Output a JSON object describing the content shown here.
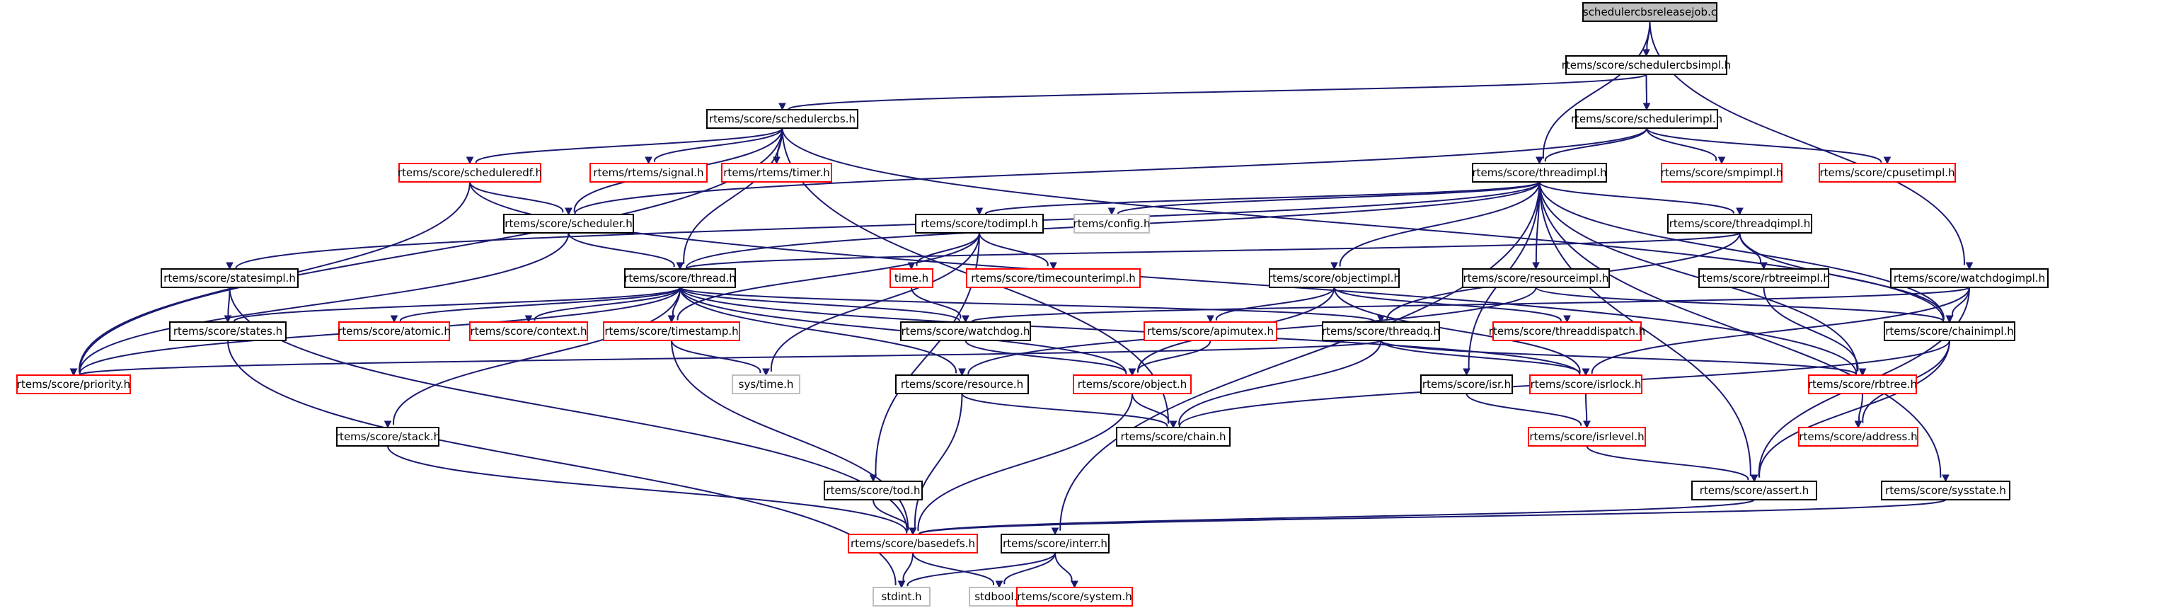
{
  "title": "schedulercbsreleasejob.c",
  "colors": {
    "edge": "#191970",
    "documented_border": "#000000",
    "truncated_border": "#ff0000",
    "external_border": "#bfbfbf",
    "root_fill": "#bfbfbf"
  },
  "nodes": [
    {
      "id": "root",
      "label": "schedulercbsreleasejob.c",
      "kind": "root"
    },
    {
      "id": "schedulercbsimpl",
      "label": "rtems/score/schedulercbsimpl.h",
      "kind": "black"
    },
    {
      "id": "schedulercbs",
      "label": "rtems/score/schedulercbs.h",
      "kind": "black"
    },
    {
      "id": "schedulerimpl",
      "label": "rtems/score/schedulerimpl.h",
      "kind": "black"
    },
    {
      "id": "scheduleredf",
      "label": "rtems/score/scheduleredf.h",
      "kind": "red"
    },
    {
      "id": "signal",
      "label": "rtems/rtems/signal.h",
      "kind": "red"
    },
    {
      "id": "timer",
      "label": "rtems/rtems/timer.h",
      "kind": "red"
    },
    {
      "id": "threadimpl",
      "label": "rtems/score/threadimpl.h",
      "kind": "black"
    },
    {
      "id": "smpimpl",
      "label": "rtems/score/smpimpl.h",
      "kind": "red"
    },
    {
      "id": "cpusetimpl",
      "label": "rtems/score/cpusetimpl.h",
      "kind": "red"
    },
    {
      "id": "scheduler",
      "label": "rtems/score/scheduler.h",
      "kind": "black"
    },
    {
      "id": "todimpl",
      "label": "rtems/score/todimpl.h",
      "kind": "black"
    },
    {
      "id": "config",
      "label": "rtems/config.h",
      "kind": "gray"
    },
    {
      "id": "threadqimpl",
      "label": "rtems/score/threadqimpl.h",
      "kind": "black"
    },
    {
      "id": "statesimpl",
      "label": "rtems/score/statesimpl.h",
      "kind": "black"
    },
    {
      "id": "thread",
      "label": "rtems/score/thread.h",
      "kind": "black"
    },
    {
      "id": "time",
      "label": "time.h",
      "kind": "red"
    },
    {
      "id": "timecounterimpl",
      "label": "rtems/score/timecounterimpl.h",
      "kind": "red"
    },
    {
      "id": "resourceimpl",
      "label": "rtems/score/resourceimpl.h",
      "kind": "black"
    },
    {
      "id": "objectimpl",
      "label": "rtems/score/objectimpl.h",
      "kind": "black"
    },
    {
      "id": "rbtreeimpl",
      "label": "rtems/score/rbtreeimpl.h",
      "kind": "black"
    },
    {
      "id": "watchdogimpl",
      "label": "rtems/score/watchdogimpl.h",
      "kind": "black"
    },
    {
      "id": "states",
      "label": "rtems/score/states.h",
      "kind": "black"
    },
    {
      "id": "atomic",
      "label": "rtems/score/atomic.h",
      "kind": "red"
    },
    {
      "id": "context",
      "label": "rtems/score/context.h",
      "kind": "red"
    },
    {
      "id": "timestamp",
      "label": "rtems/score/timestamp.h",
      "kind": "red"
    },
    {
      "id": "watchdog",
      "label": "rtems/score/watchdog.h",
      "kind": "black"
    },
    {
      "id": "apimutex",
      "label": "rtems/score/apimutex.h",
      "kind": "red"
    },
    {
      "id": "threaddispatch",
      "label": "rtems/score/threaddispatch.h",
      "kind": "red"
    },
    {
      "id": "threadq",
      "label": "rtems/score/threadq.h",
      "kind": "black"
    },
    {
      "id": "chainimpl",
      "label": "rtems/score/chainimpl.h",
      "kind": "black"
    },
    {
      "id": "priority",
      "label": "rtems/score/priority.h",
      "kind": "red"
    },
    {
      "id": "systime",
      "label": "sys/time.h",
      "kind": "gray"
    },
    {
      "id": "resource",
      "label": "rtems/score/resource.h",
      "kind": "black"
    },
    {
      "id": "object",
      "label": "rtems/score/object.h",
      "kind": "red"
    },
    {
      "id": "isr",
      "label": "rtems/score/isr.h",
      "kind": "black"
    },
    {
      "id": "isrlock",
      "label": "rtems/score/isrlock.h",
      "kind": "red"
    },
    {
      "id": "rbtree",
      "label": "rtems/score/rbtree.h",
      "kind": "red"
    },
    {
      "id": "stack",
      "label": "rtems/score/stack.h",
      "kind": "black"
    },
    {
      "id": "chain",
      "label": "rtems/score/chain.h",
      "kind": "black"
    },
    {
      "id": "isrlevel",
      "label": "rtems/score/isrlevel.h",
      "kind": "red"
    },
    {
      "id": "address",
      "label": "rtems/score/address.h",
      "kind": "red"
    },
    {
      "id": "tod",
      "label": "rtems/score/tod.h",
      "kind": "black"
    },
    {
      "id": "assert",
      "label": "rtems/score/assert.h",
      "kind": "black"
    },
    {
      "id": "sysstate",
      "label": "rtems/score/sysstate.h",
      "kind": "black"
    },
    {
      "id": "basedefs",
      "label": "rtems/score/basedefs.h",
      "kind": "red"
    },
    {
      "id": "interr",
      "label": "rtems/score/interr.h",
      "kind": "black"
    },
    {
      "id": "stdint",
      "label": "stdint.h",
      "kind": "gray"
    },
    {
      "id": "stdbool",
      "label": "stdbool.h",
      "kind": "gray"
    },
    {
      "id": "system",
      "label": "rtems/score/system.h",
      "kind": "red"
    }
  ],
  "edges": [
    [
      "root",
      "schedulercbsimpl"
    ],
    [
      "root",
      "threadimpl"
    ],
    [
      "root",
      "watchdogimpl"
    ],
    [
      "schedulercbsimpl",
      "schedulercbs"
    ],
    [
      "schedulercbsimpl",
      "schedulerimpl"
    ],
    [
      "schedulercbs",
      "scheduleredf"
    ],
    [
      "schedulercbs",
      "signal"
    ],
    [
      "schedulercbs",
      "timer"
    ],
    [
      "schedulercbs",
      "scheduler"
    ],
    [
      "schedulercbs",
      "thread"
    ],
    [
      "schedulercbs",
      "priority"
    ],
    [
      "schedulercbs",
      "chain"
    ],
    [
      "schedulercbs",
      "chainimpl"
    ],
    [
      "schedulerimpl",
      "threadimpl"
    ],
    [
      "schedulerimpl",
      "smpimpl"
    ],
    [
      "schedulerimpl",
      "cpusetimpl"
    ],
    [
      "schedulerimpl",
      "scheduler"
    ],
    [
      "scheduleredf",
      "scheduler"
    ],
    [
      "scheduleredf",
      "priority"
    ],
    [
      "scheduleredf",
      "rbtree"
    ],
    [
      "scheduler",
      "thread"
    ],
    [
      "scheduler",
      "priority"
    ],
    [
      "threadimpl",
      "todimpl"
    ],
    [
      "threadimpl",
      "config"
    ],
    [
      "threadimpl",
      "threadqimpl"
    ],
    [
      "threadimpl",
      "statesimpl"
    ],
    [
      "threadimpl",
      "thread"
    ],
    [
      "threadimpl",
      "resourceimpl"
    ],
    [
      "threadimpl",
      "objectimpl"
    ],
    [
      "threadimpl",
      "chainimpl"
    ],
    [
      "threadimpl",
      "rbtree"
    ],
    [
      "threadimpl",
      "assert"
    ],
    [
      "threadimpl",
      "isr"
    ],
    [
      "threadimpl",
      "sysstate"
    ],
    [
      "threadimpl",
      "interr"
    ],
    [
      "todimpl",
      "time"
    ],
    [
      "todimpl",
      "timecounterimpl"
    ],
    [
      "todimpl",
      "timestamp"
    ],
    [
      "todimpl",
      "systime"
    ],
    [
      "todimpl",
      "tod"
    ],
    [
      "threadqimpl",
      "thread"
    ],
    [
      "threadqimpl",
      "threadq"
    ],
    [
      "threadqimpl",
      "rbtreeimpl"
    ],
    [
      "threadqimpl",
      "chainimpl"
    ],
    [
      "statesimpl",
      "states"
    ],
    [
      "statesimpl",
      "basedefs"
    ],
    [
      "thread",
      "states"
    ],
    [
      "thread",
      "atomic"
    ],
    [
      "thread",
      "context"
    ],
    [
      "thread",
      "timestamp"
    ],
    [
      "thread",
      "watchdog"
    ],
    [
      "thread",
      "threadq"
    ],
    [
      "thread",
      "priority"
    ],
    [
      "thread",
      "stack"
    ],
    [
      "thread",
      "resource"
    ],
    [
      "thread",
      "object"
    ],
    [
      "thread",
      "isrlock"
    ],
    [
      "time",
      "watchdog"
    ],
    [
      "resourceimpl",
      "resource"
    ],
    [
      "resourceimpl",
      "chainimpl"
    ],
    [
      "objectimpl",
      "apimutex"
    ],
    [
      "objectimpl",
      "threaddispatch"
    ],
    [
      "objectimpl",
      "object"
    ],
    [
      "objectimpl",
      "isrlock"
    ],
    [
      "rbtreeimpl",
      "rbtree"
    ],
    [
      "watchdogimpl",
      "watchdog"
    ],
    [
      "watchdogimpl",
      "chainimpl"
    ],
    [
      "watchdogimpl",
      "isrlock"
    ],
    [
      "watchdogimpl",
      "assert"
    ],
    [
      "states",
      "stdint"
    ],
    [
      "timestamp",
      "systime"
    ],
    [
      "timestamp",
      "basedefs"
    ],
    [
      "watchdog",
      "object"
    ],
    [
      "apimutex",
      "object"
    ],
    [
      "threadq",
      "priority"
    ],
    [
      "threadq",
      "chain"
    ],
    [
      "threadq",
      "isrlock"
    ],
    [
      "threadq",
      "rbtree"
    ],
    [
      "chainimpl",
      "chain"
    ],
    [
      "chainimpl",
      "address"
    ],
    [
      "chainimpl",
      "assert"
    ],
    [
      "resource",
      "chain"
    ],
    [
      "resource",
      "basedefs"
    ],
    [
      "object",
      "chain"
    ],
    [
      "object",
      "basedefs"
    ],
    [
      "isr",
      "isrlevel"
    ],
    [
      "isrlock",
      "isrlevel"
    ],
    [
      "rbtree",
      "address"
    ],
    [
      "stack",
      "basedefs"
    ],
    [
      "isrlevel",
      "assert"
    ],
    [
      "tod",
      "basedefs"
    ],
    [
      "assert",
      "basedefs"
    ],
    [
      "sysstate",
      "basedefs"
    ],
    [
      "basedefs",
      "stdint"
    ],
    [
      "basedefs",
      "stdbool"
    ],
    [
      "interr",
      "stdint"
    ],
    [
      "interr",
      "stdbool"
    ],
    [
      "interr",
      "system"
    ]
  ]
}
